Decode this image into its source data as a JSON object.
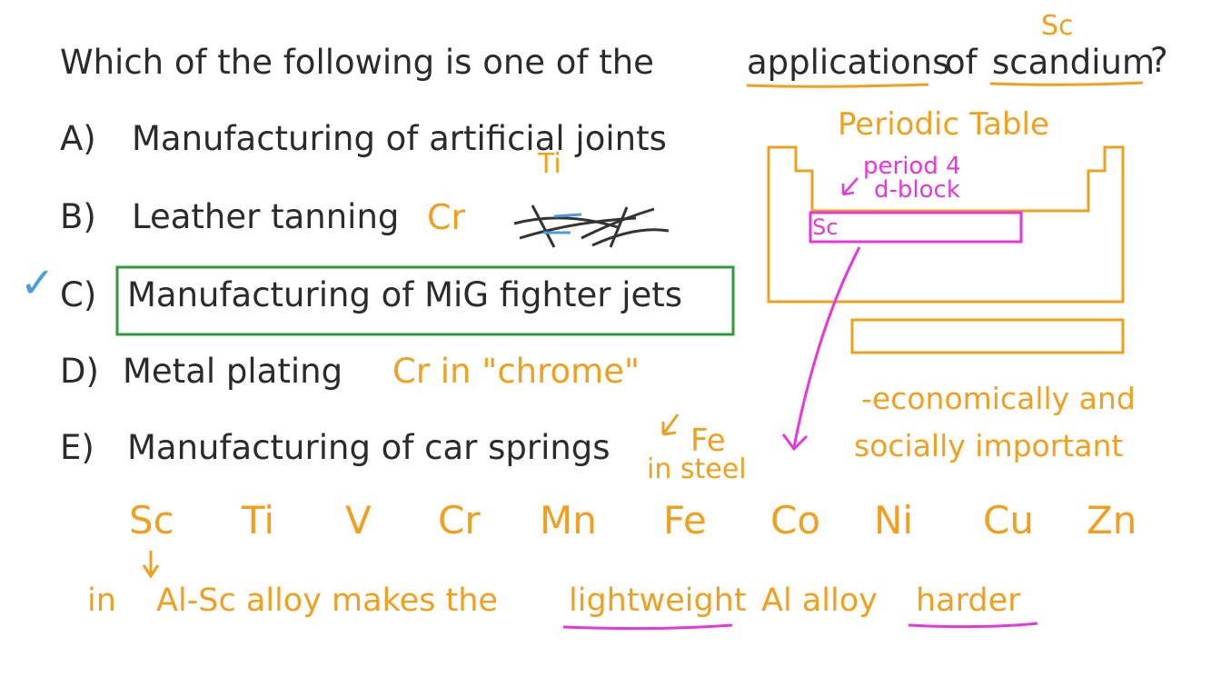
{
  "question": {
    "prefix": "Which of the following is one of the",
    "word_applications": "applications",
    "word_of": "of",
    "word_scandium": "scandium",
    "mark": "?",
    "sc_annotation": "Sc"
  },
  "options": [
    {
      "letter": "A)",
      "text": "Manufacturing of artificial joints",
      "annotation": "Ti"
    },
    {
      "letter": "B)",
      "text": "Leather tanning",
      "annotation": "Cr"
    },
    {
      "letter": "C)",
      "text": "Manufacturing of MiG fighter jets",
      "correct": true,
      "check": "✓"
    },
    {
      "letter": "D)",
      "text": "Metal plating",
      "annotation": "Cr in \"chrome\""
    },
    {
      "letter": "E)",
      "text": "Manufacturing of car springs",
      "annotation": "Fe",
      "annotation2": "in steel"
    }
  ],
  "periodic_table": {
    "title": "Periodic Table",
    "period_label": "period 4",
    "block_label": "d-block",
    "cell": "Sc"
  },
  "economic_note": {
    "line1": "-economically and",
    "line2": "socially important"
  },
  "elements": [
    "Sc",
    "Ti",
    "V",
    "Cr",
    "Mn",
    "Fe",
    "Co",
    "Ni",
    "Cu",
    "Zn"
  ],
  "bottom": {
    "in": "in",
    "alloy_text": "Al-Sc alloy makes the",
    "lightweight": "lightweight",
    "al_alloy": "Al alloy",
    "harder": "harder"
  },
  "colors": {
    "dark": "#2b2b2b",
    "orange": "#f0a020",
    "magenta": "#e637d9",
    "green": "#2e9a3a",
    "blue": "#4a9be0"
  }
}
